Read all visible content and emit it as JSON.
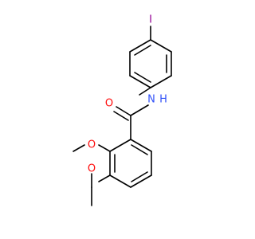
{
  "colors": {
    "bond": "#000000",
    "carbon": "#000000",
    "oxygen": "#ff0d0d",
    "nitrogen": "#3050f8",
    "iodine": "#940094"
  },
  "atoms": {
    "iodine": {
      "label": "I",
      "color": "iodine"
    },
    "amide_nitrogen": {
      "label": "N",
      "color": "nitrogen"
    },
    "amide_hydrogen": {
      "label": "H",
      "color": "nitrogen"
    },
    "carbonyl_oxygen": {
      "label": "O",
      "color": "oxygen"
    },
    "methoxy_oxygen_2": {
      "label": "O",
      "color": "oxygen"
    },
    "methoxy_oxygen_3": {
      "label": "O",
      "color": "oxygen"
    }
  }
}
